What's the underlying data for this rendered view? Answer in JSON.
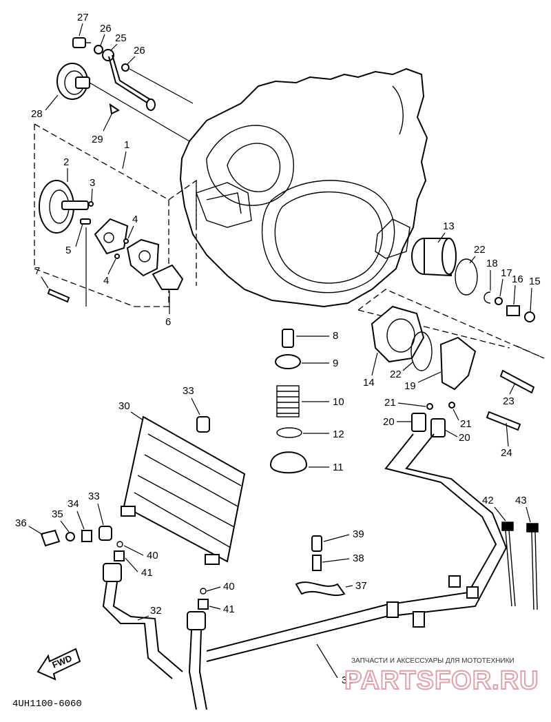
{
  "diagram": {
    "code": "4UH1100-6060",
    "fwd_label": "FWD",
    "callouts": [
      {
        "id": "p27",
        "text": "27"
      },
      {
        "id": "p26a",
        "text": "26"
      },
      {
        "id": "p25",
        "text": "25"
      },
      {
        "id": "p26b",
        "text": "26"
      },
      {
        "id": "p28",
        "text": "28"
      },
      {
        "id": "p29",
        "text": "29"
      },
      {
        "id": "p1",
        "text": "1"
      },
      {
        "id": "p2",
        "text": "2"
      },
      {
        "id": "p3",
        "text": "3"
      },
      {
        "id": "p4a",
        "text": "4"
      },
      {
        "id": "p5",
        "text": "5"
      },
      {
        "id": "p4b",
        "text": "4"
      },
      {
        "id": "p7",
        "text": "7"
      },
      {
        "id": "p6",
        "text": "6"
      },
      {
        "id": "p13",
        "text": "13"
      },
      {
        "id": "p22a",
        "text": "22"
      },
      {
        "id": "p18",
        "text": "18"
      },
      {
        "id": "p17",
        "text": "17"
      },
      {
        "id": "p16",
        "text": "16"
      },
      {
        "id": "p15",
        "text": "15"
      },
      {
        "id": "p8",
        "text": "8"
      },
      {
        "id": "p9",
        "text": "9"
      },
      {
        "id": "p10",
        "text": "10"
      },
      {
        "id": "p12",
        "text": "12"
      },
      {
        "id": "p11",
        "text": "11"
      },
      {
        "id": "p14",
        "text": "14"
      },
      {
        "id": "p22b",
        "text": "22"
      },
      {
        "id": "p19",
        "text": "19"
      },
      {
        "id": "p23",
        "text": "23"
      },
      {
        "id": "p21a",
        "text": "21"
      },
      {
        "id": "p21b",
        "text": "21"
      },
      {
        "id": "p20a",
        "text": "20"
      },
      {
        "id": "p20b",
        "text": "20"
      },
      {
        "id": "p24",
        "text": "24"
      },
      {
        "id": "p33a",
        "text": "33"
      },
      {
        "id": "p30",
        "text": "30"
      },
      {
        "id": "p42",
        "text": "42"
      },
      {
        "id": "p43",
        "text": "43"
      },
      {
        "id": "p36",
        "text": "36"
      },
      {
        "id": "p35",
        "text": "35"
      },
      {
        "id": "p34",
        "text": "34"
      },
      {
        "id": "p33b",
        "text": "33"
      },
      {
        "id": "p39",
        "text": "39"
      },
      {
        "id": "p40a",
        "text": "40"
      },
      {
        "id": "p41a",
        "text": "41"
      },
      {
        "id": "p38",
        "text": "38"
      },
      {
        "id": "p37",
        "text": "37"
      },
      {
        "id": "p40b",
        "text": "40"
      },
      {
        "id": "p41b",
        "text": "41"
      },
      {
        "id": "p32",
        "text": "32"
      },
      {
        "id": "p31",
        "text": "31"
      }
    ]
  },
  "watermark": {
    "tagline": "ЗАПЧАСТИ И АКСЕССУАРЫ ДЛЯ МОТОТЕХНИКИ",
    "logo": "PARTSFOR.RU",
    "color": "#e0a0a6"
  }
}
